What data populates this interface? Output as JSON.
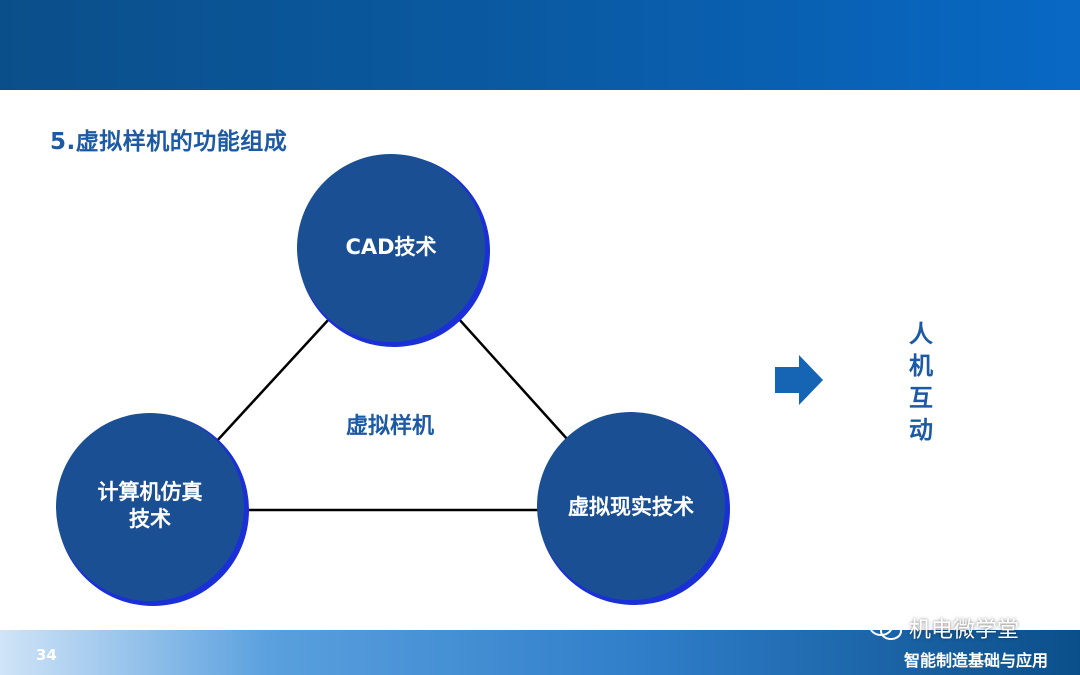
{
  "slide": {
    "title": "5.虚拟样机的功能组成",
    "page_number": "34"
  },
  "diagram": {
    "center_label": "虚拟样机",
    "nodes": {
      "top": "CAD技术",
      "left_line1": "计算机仿真",
      "left_line2": "技术",
      "right": "虚拟现实技术"
    },
    "result": [
      "人",
      "机",
      "互",
      "动"
    ]
  },
  "footer": {
    "watermark": "机电微学堂",
    "subtitle": "智能制造基础与应用"
  },
  "colors": {
    "banner": "#0a5aa3",
    "node_fill": "#1a4f94",
    "node_rim": "#1a2fd6",
    "accent_text": "#1d5aa6",
    "arrow": "#1565b4"
  },
  "icons": [
    "arrow-right-icon",
    "wechat-icon"
  ]
}
